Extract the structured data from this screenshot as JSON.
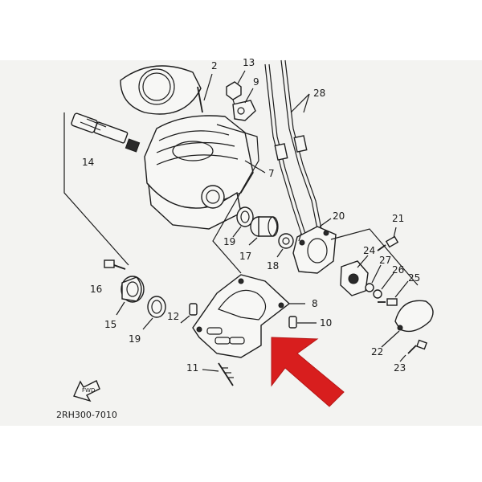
{
  "part_numbers": [
    "2",
    "13",
    "9",
    "28",
    "14",
    "7",
    "20",
    "21",
    "19",
    "17",
    "18",
    "24",
    "27",
    "26",
    "25",
    "16",
    "15",
    "19",
    "12",
    "8",
    "10",
    "22",
    "23",
    "11"
  ],
  "drawing_code": "2RH300-7010",
  "fwd_label": "FWD",
  "arrow_color": "#d81e1e"
}
